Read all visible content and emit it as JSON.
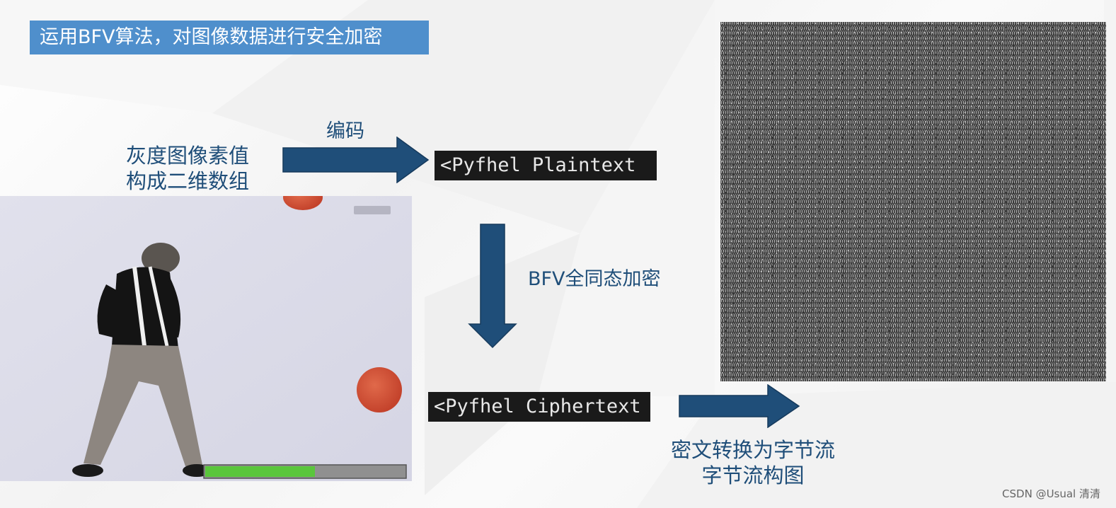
{
  "title": "运用BFV算法，对图像数据进行安全加密",
  "encode_label": "编码",
  "source_label_line1": "灰度图像素值",
  "source_label_line2": "构成二维数组",
  "plaintext_box": "<Pyfhel Plaintext",
  "encrypt_label": "BFV全同态加密",
  "ciphertext_box": "<Pyfhel Ciphertext",
  "convert_label_line1": "密文转换为字节流",
  "convert_label_line2": "字节流构图",
  "watermark": "CSDN @Usual 清清",
  "photo": {
    "progress": 0.55,
    "progress_color": "#5ac63c"
  },
  "colors": {
    "title_bg": "#4f8fcc",
    "arrow": "#1f4e79",
    "text_blue": "#1f4e79",
    "code_bg": "#1a1a1a"
  },
  "icons": {
    "arrow_right": "right-arrow-icon",
    "arrow_down": "down-arrow-icon"
  }
}
